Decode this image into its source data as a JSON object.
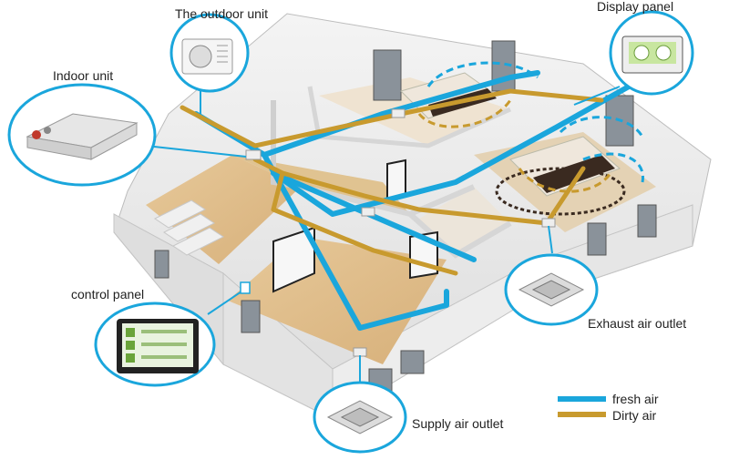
{
  "labels": {
    "outdoor_unit": "The outdoor unit",
    "indoor_unit": "Indoor unit",
    "display_panel": "Display panel",
    "control_panel": "control panel",
    "exhaust_outlet": "Exhaust air outlet",
    "supply_outlet": "Supply air outlet"
  },
  "legend": {
    "fresh_air": "fresh air",
    "dirty_air": "Dirty air"
  },
  "colors": {
    "fresh_air": "#1aa6dc",
    "dirty_air": "#c89a2e",
    "callout": "#1aa6dc"
  }
}
